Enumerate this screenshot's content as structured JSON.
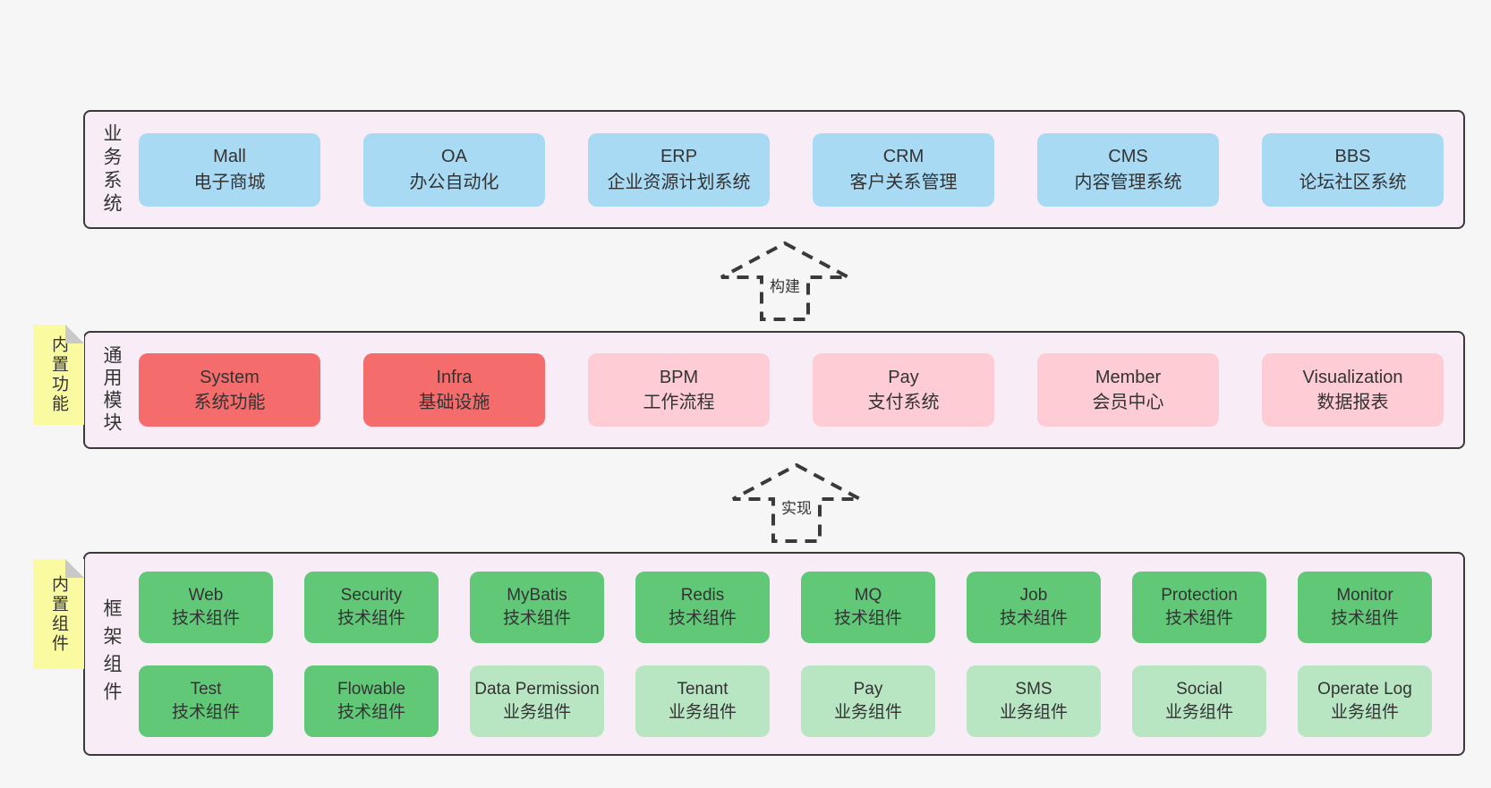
{
  "colors": {
    "page_bg": "#f6f6f6",
    "band_bg": "#f8edf6",
    "band_border": "#3a3a3a",
    "system_box_blue": "#a8daf4",
    "core_module_red": "#f56c6c",
    "module_pink": "#fdccd5",
    "tech_component_green": "#61c878",
    "biz_component_lightgreen": "#b8e6c3",
    "sticky_yellow": "#fafaa0"
  },
  "arrows": [
    {
      "label": "构建"
    },
    {
      "label": "实现"
    }
  ],
  "bands": [
    {
      "label": "业务系统",
      "boxes": [
        {
          "title": "Mall",
          "subtitle": "电子商城"
        },
        {
          "title": "OA",
          "subtitle": "办公自动化"
        },
        {
          "title": "ERP",
          "subtitle": "企业资源计划系统"
        },
        {
          "title": "CRM",
          "subtitle": "客户关系管理"
        },
        {
          "title": "CMS",
          "subtitle": "内容管理系统"
        },
        {
          "title": "BBS",
          "subtitle": "论坛社区系统"
        }
      ]
    },
    {
      "label": "通用模块",
      "sticky": "内置功能",
      "boxes": [
        {
          "title": "System",
          "subtitle": "系统功能"
        },
        {
          "title": "Infra",
          "subtitle": "基础设施"
        },
        {
          "title": "BPM",
          "subtitle": "工作流程"
        },
        {
          "title": "Pay",
          "subtitle": "支付系统"
        },
        {
          "title": "Member",
          "subtitle": "会员中心"
        },
        {
          "title": "Visualization",
          "subtitle": "数据报表"
        }
      ]
    },
    {
      "label": "框架组件",
      "sticky": "内置组件",
      "rows": [
        [
          {
            "title": "Web",
            "subtitle": "技术组件"
          },
          {
            "title": "Security",
            "subtitle": "技术组件"
          },
          {
            "title": "MyBatis",
            "subtitle": "技术组件"
          },
          {
            "title": "Redis",
            "subtitle": "技术组件"
          },
          {
            "title": "MQ",
            "subtitle": "技术组件"
          },
          {
            "title": "Job",
            "subtitle": "技术组件"
          },
          {
            "title": "Protection",
            "subtitle": "技术组件"
          },
          {
            "title": "Monitor",
            "subtitle": "技术组件"
          }
        ],
        [
          {
            "title": "Test",
            "subtitle": "技术组件"
          },
          {
            "title": "Flowable",
            "subtitle": "技术组件"
          },
          {
            "title": "Data Permission",
            "subtitle": "业务组件"
          },
          {
            "title": "Tenant",
            "subtitle": "业务组件"
          },
          {
            "title": "Pay",
            "subtitle": "业务组件"
          },
          {
            "title": "SMS",
            "subtitle": "业务组件"
          },
          {
            "title": "Social",
            "subtitle": "业务组件"
          },
          {
            "title": "Operate Log",
            "subtitle": "业务组件"
          }
        ]
      ]
    }
  ]
}
